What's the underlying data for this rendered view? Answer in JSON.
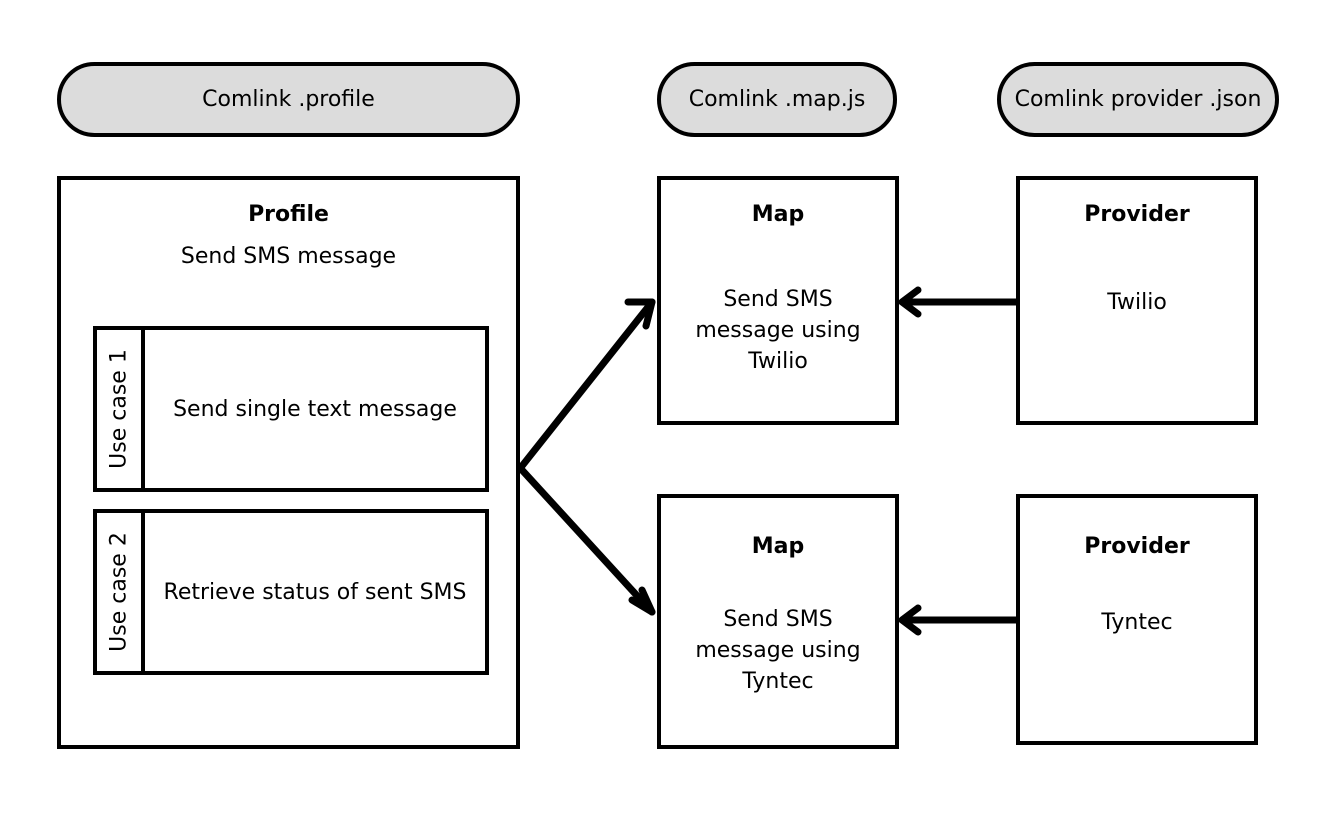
{
  "headers": {
    "profile": "Comlink .profile",
    "map": "Comlink .map.js",
    "provider": "Comlink provider .json"
  },
  "profile": {
    "title": "Profile",
    "subtitle": "Send SMS message",
    "use_cases": [
      {
        "tag": "Use case 1",
        "text": "Send single text message"
      },
      {
        "tag": "Use case 2",
        "text": "Retrieve status of sent SMS"
      }
    ]
  },
  "maps": [
    {
      "title": "Map",
      "lines": [
        "Send SMS",
        "message using",
        "Twilio"
      ]
    },
    {
      "title": "Map",
      "lines": [
        "Send SMS",
        "message using",
        "Tyntec"
      ]
    }
  ],
  "providers": [
    {
      "title": "Provider",
      "name": "Twilio"
    },
    {
      "title": "Provider",
      "name": "Tyntec"
    }
  ]
}
